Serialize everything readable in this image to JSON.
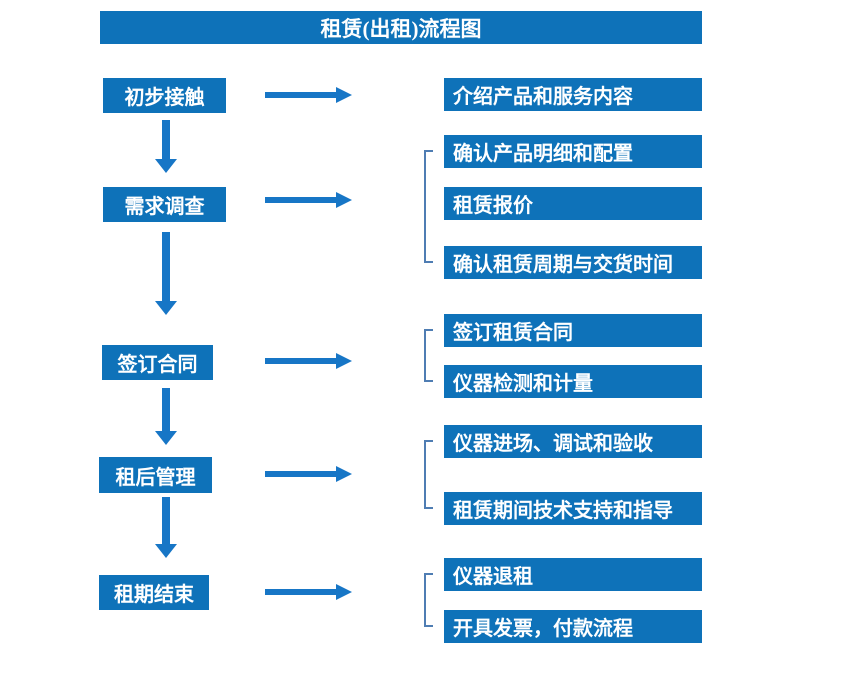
{
  "page": {
    "title": "租赁(出租)流程图"
  },
  "colors": {
    "box_blue": "#0e72b9",
    "arrow_blue": "#1776c6",
    "bracket_blue": "#4f7db3",
    "text_white": "#ffffff",
    "background": "#ffffff"
  },
  "flow": {
    "stages": [
      {
        "label": "初步接触",
        "details": [
          "介绍产品和服务内容"
        ]
      },
      {
        "label": "需求调查",
        "details": [
          "确认产品明细和配置",
          "租赁报价",
          "确认租赁周期与交货时间"
        ]
      },
      {
        "label": "签订合同",
        "details": [
          "签订租赁合同",
          "仪器检测和计量"
        ]
      },
      {
        "label": "租后管理",
        "details": [
          "仪器进场、调试和验收",
          "租赁期间技术支持和指导"
        ]
      },
      {
        "label": "租期结束",
        "details": [
          "仪器退租",
          "开具发票，付款流程"
        ]
      }
    ]
  }
}
